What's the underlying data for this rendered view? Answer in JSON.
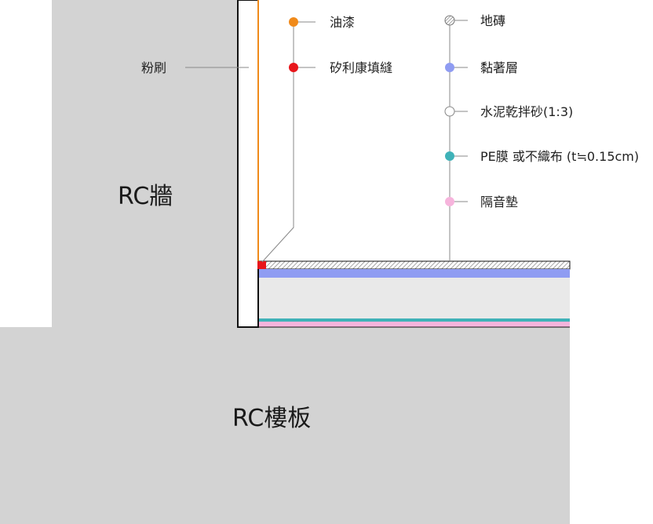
{
  "diagram": {
    "wall_label": "RC牆",
    "slab_label": "RC樓板",
    "plaster_label": "粉刷",
    "labels_left": [
      {
        "text": "油漆",
        "color": "#f08a1a"
      },
      {
        "text": "矽利康填縫",
        "color": "#e8161b"
      }
    ],
    "labels_right": [
      {
        "text": "地磚",
        "color": "hatched"
      },
      {
        "text": "黏著層",
        "color": "#8f9cf2"
      },
      {
        "text": "水泥乾拌砂(1:3)",
        "color": "#ffffff"
      },
      {
        "text": "PE膜 或不織布 (t≒0.15cm)",
        "color": "#3fb2b8"
      },
      {
        "text": "隔音墊",
        "color": "#f6b4dc"
      }
    ],
    "colors": {
      "concrete": "#d3d3d3",
      "paint": "#f08a1a",
      "sealant": "#e8161b",
      "adhesive": "#8f9cf2",
      "mortar": "#e9e9e9",
      "pe_film": "#3fb2b8",
      "pad": "#f6b4dc",
      "leader": "#888888"
    }
  }
}
